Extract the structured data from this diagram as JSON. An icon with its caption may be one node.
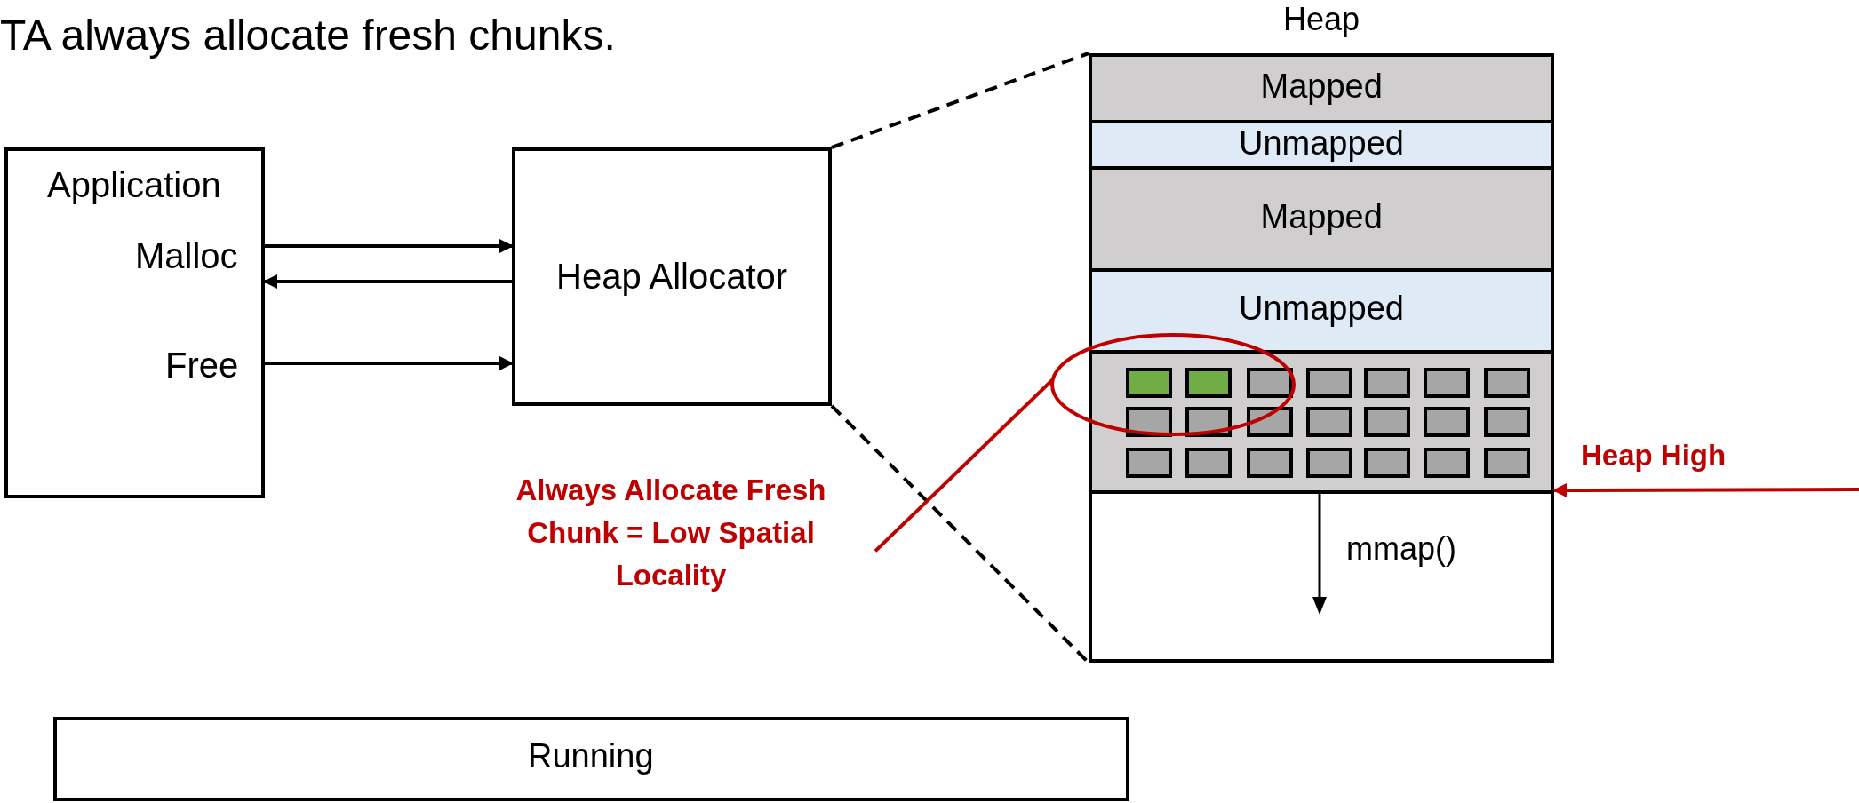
{
  "diagram": {
    "title": "TA always allocate fresh chunks.",
    "nodes": [
      {
        "text": [
          "Application",
          "Malloc",
          "Free"
        ]
      },
      {
        "text": [
          "Heap Allocator"
        ]
      },
      {
        "text": [
          "Heap"
        ]
      },
      {
        "text": [
          "Mapped"
        ],
        "in": 2
      },
      {
        "text": [
          "Unmapped"
        ],
        "in": 2
      },
      {
        "text": [
          "Mapped"
        ],
        "in": 2
      },
      {
        "text": [
          "Unmapped"
        ],
        "in": 2
      },
      {
        "text": [],
        "shape": "box",
        "in": 2
      },
      {
        "text": [
          "mmap()"
        ],
        "in": 2
      },
      {
        "text": [],
        "shape": "circle"
      },
      {
        "text": [
          "Always Allocate Fresh Chunk = Low Spatial Locality"
        ]
      },
      {
        "text": [
          "Running"
        ]
      }
    ],
    "edges": [
      {
        "from": 0,
        "to": 1,
        "arrow": "to"
      },
      {
        "from": 1,
        "to": 0,
        "arrow": "to"
      },
      {
        "from": 0,
        "to": 1,
        "arrow": "to"
      },
      {
        "from": 1,
        "to": 2,
        "arrow": "none",
        "style": "dashed"
      },
      {
        "from": 1,
        "to": 2,
        "arrow": "none",
        "style": "dashed"
      },
      {
        "from": 10,
        "to": 9,
        "arrow": "none",
        "color": "#c00000"
      },
      {
        "from": null,
        "to": 2,
        "arrow": "to",
        "label": "Heap High",
        "color": "#c00000"
      }
    ]
  }
}
